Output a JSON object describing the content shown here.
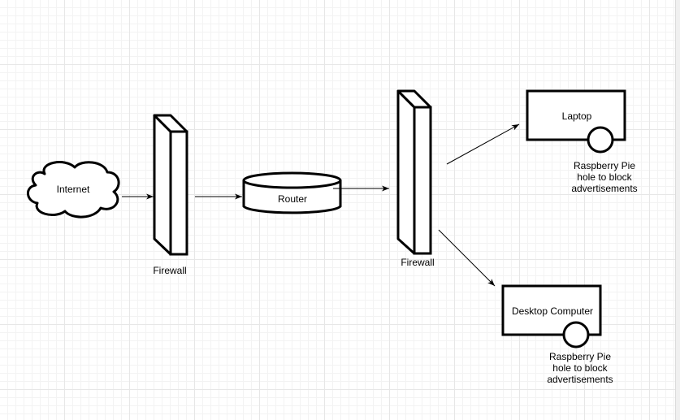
{
  "nodes": {
    "internet": "Internet",
    "firewall_1": "Firewall",
    "router": "Router",
    "firewall_2": "Firewall",
    "laptop": "Laptop",
    "desktop": "Desktop Computer"
  },
  "notes": {
    "laptop_pihole": [
      "Raspberry Pie",
      "hole to block",
      "advertisements"
    ],
    "desktop_pihole": [
      "Raspberry Pie",
      "hole to block",
      "advertisements"
    ]
  },
  "colors": {
    "stroke": "#000000",
    "grid": "#e7e7e7",
    "background": "#ffffff"
  }
}
